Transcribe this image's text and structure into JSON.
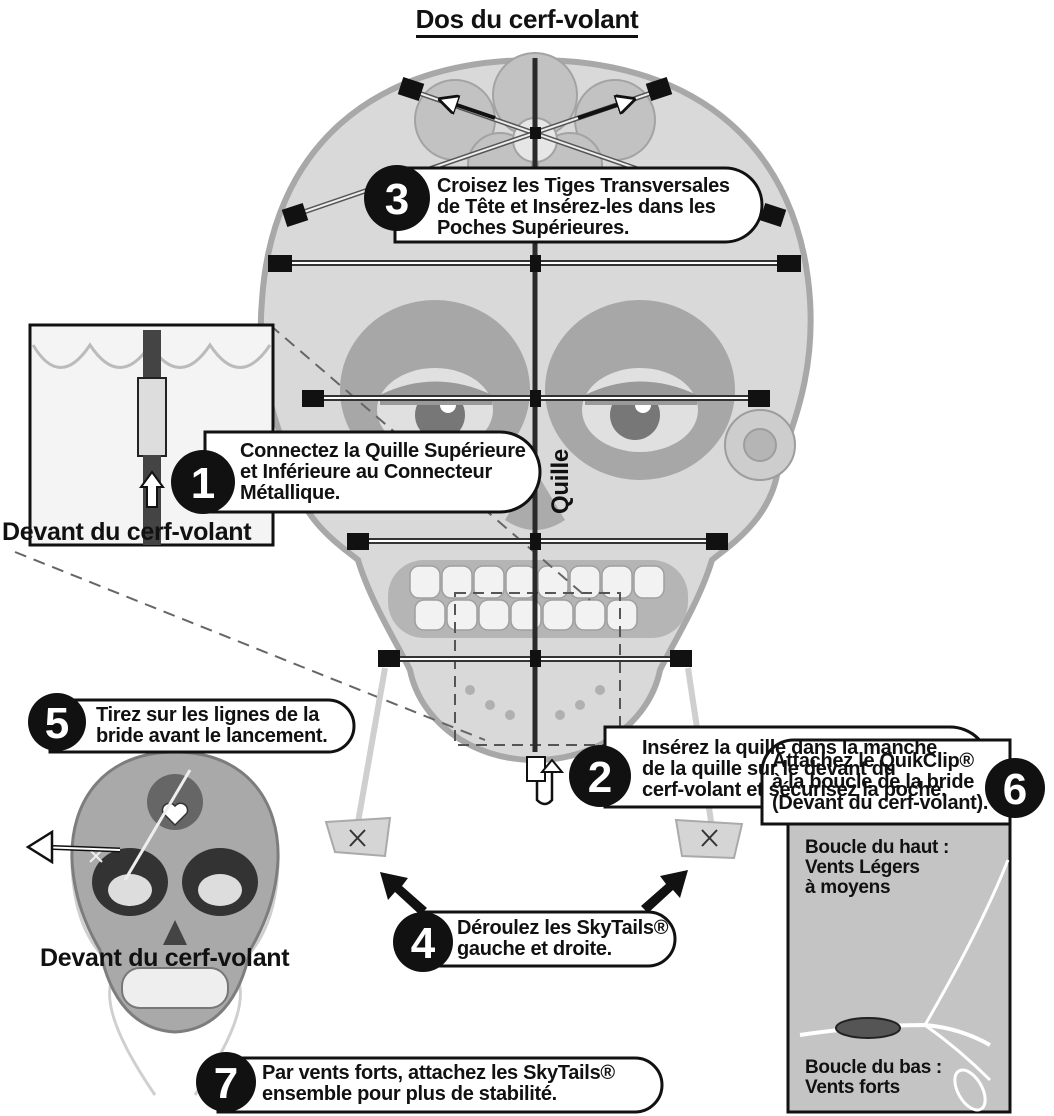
{
  "title": "Dos du cerf-volant",
  "keel_label": "Quille",
  "front_label_1": "Devant du cerf-volant",
  "front_label_2": "Devant du cerf-volant",
  "steps": [
    {
      "number": "1",
      "text": [
        "Connectez la Quille Supérieure",
        "et Inférieure au Connecteur",
        "Métallique."
      ]
    },
    {
      "number": "2",
      "text": [
        "Insérez la quille dans la manche",
        "de la quille sur le devant du",
        "cerf-volant et sécurisez la poche."
      ]
    },
    {
      "number": "3",
      "text": [
        "Croisez les Tiges Transversales",
        "de Tête et Insérez-les dans les",
        "Poches Supérieures."
      ]
    },
    {
      "number": "4",
      "text": [
        "Déroulez les SkyTails®",
        "gauche et droite."
      ]
    },
    {
      "number": "5",
      "text": [
        "Tirez sur les lignes de la",
        "bride avant le lancement."
      ]
    },
    {
      "number": "6",
      "text": [
        "Attachez le QuikClip®",
        "à la boucle de la bride",
        "(Devant du cerf-volant)."
      ]
    },
    {
      "number": "7",
      "text": [
        "Par vents forts, attachez les SkyTails®",
        "ensemble pour plus de stabilité."
      ]
    }
  ],
  "bridle_inset": {
    "top_loop": [
      "Boucle du haut :",
      "Vents Légers",
      "à moyens"
    ],
    "bottom_loop": [
      "Boucle du bas :",
      "Vents forts"
    ]
  }
}
